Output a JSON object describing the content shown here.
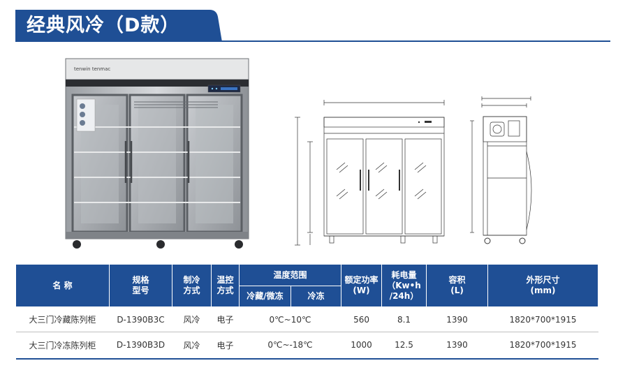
{
  "header": {
    "title": "经典风冷（D款）"
  },
  "colors": {
    "brand_blue": "#1f4f95",
    "header_text": "#ffffff"
  },
  "product": {
    "brand_label": "tenwin  tenmac",
    "door_count": 3
  },
  "table": {
    "headers": {
      "name": "名 称",
      "model_l1": "规格",
      "model_l2": "型号",
      "cooling_l1": "制冷",
      "cooling_l2": "方式",
      "control_l1": "温控",
      "control_l2": "方式",
      "temp_range": "温度范围",
      "temp_chill": "冷藏/微冻",
      "temp_freeze": "冷冻",
      "power_l1": "额定功率",
      "power_l2": "(W)",
      "consumption_l1": "耗电量",
      "consumption_l2": "（Kw•h",
      "consumption_l3": "/24h）",
      "volume_l1": "容积",
      "volume_l2": "(L)",
      "size_l1": "外形尺寸",
      "size_l2": "(mm)"
    },
    "rows": [
      {
        "name": "大三门冷藏陈列柜",
        "model": "D-1390B3C",
        "cooling": "风冷",
        "control": "电子",
        "temp": "0℃~10℃",
        "power": "560",
        "consumption": "8.1",
        "volume": "1390",
        "size": "1820*700*1915"
      },
      {
        "name": "大三门冷冻陈列柜",
        "model": "D-1390B3D",
        "cooling": "风冷",
        "control": "电子",
        "temp": "0℃~-18℃",
        "power": "1000",
        "consumption": "12.5",
        "volume": "1390",
        "size": "1820*700*1915"
      }
    ]
  }
}
